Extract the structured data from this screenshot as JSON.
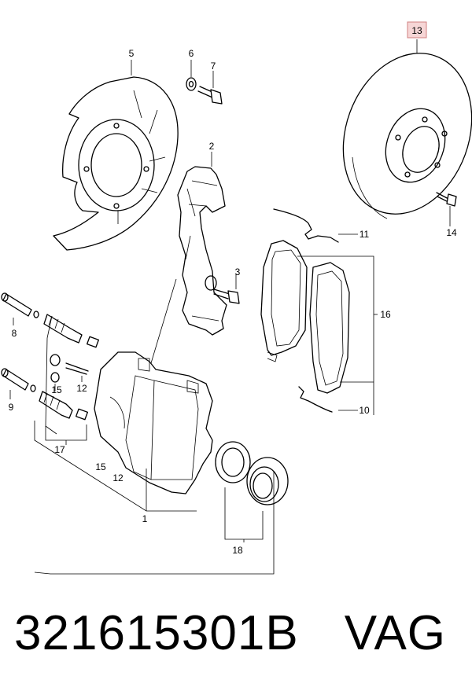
{
  "labels": {
    "l1": "1",
    "l2": "2",
    "l3": "3",
    "l5": "5",
    "l6": "6",
    "l7": "7",
    "l8": "8",
    "l9": "9",
    "l10": "10",
    "l11": "11",
    "l12a": "12",
    "l12b": "12",
    "l13": "13",
    "l14": "14",
    "l15a": "15",
    "l15b": "15",
    "l16": "16",
    "l17": "17",
    "l18": "18"
  },
  "footer": {
    "part_number": "321615301B",
    "brand": "VAG"
  },
  "colors": {
    "highlight": "#f6d6d6",
    "highlight_border": "#d08080"
  }
}
